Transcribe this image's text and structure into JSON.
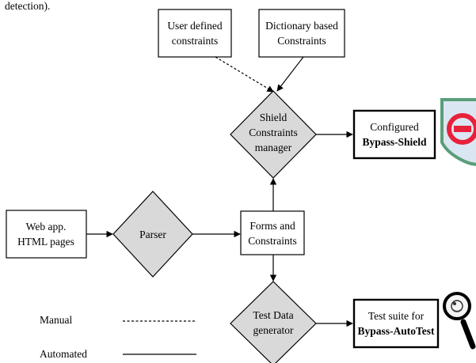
{
  "header_fragment": "detection).",
  "boxes": {
    "user_defined": [
      "User defined",
      "constraints"
    ],
    "dictionary": [
      "Dictionary based",
      "Constraints"
    ],
    "web_app": [
      "Web app.",
      "HTML pages"
    ],
    "forms": [
      "Forms and",
      "Constraints"
    ],
    "configured": [
      "Configured",
      "Bypass-Shield"
    ],
    "test_suite": [
      "Test suite for",
      "Bypass-AutoTest"
    ]
  },
  "diamonds": {
    "shield_manager": [
      "Shield",
      "Constraints",
      "manager"
    ],
    "parser": [
      "Parser"
    ],
    "test_data": [
      "Test Data",
      "generator"
    ]
  },
  "legend": {
    "manual": "Manual",
    "automated": "Automated"
  },
  "colors": {
    "diamond_fill": "#d9d9d9",
    "box_fill": "#ffffff",
    "stroke": "#000000",
    "shield_border": "#5a9e7a",
    "shield_fill": "#dbe6f3",
    "stop_red": "#e8213a"
  },
  "icons": {
    "shield": "shield-icon",
    "magnifier": "magnifier-icon"
  }
}
